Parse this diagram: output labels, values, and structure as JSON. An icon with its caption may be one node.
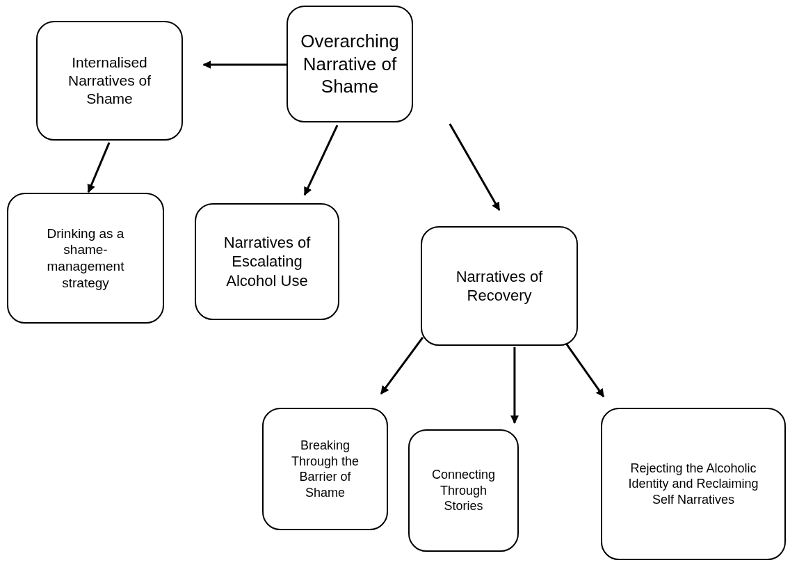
{
  "diagram": {
    "nodes": [
      {
        "text": [
          "Overarching Narrative of Shame"
        ]
      },
      {
        "text": [
          "Internalised Narratives of Shame"
        ]
      },
      {
        "text": [
          "Drinking as a shame-management strategy"
        ]
      },
      {
        "text": [
          "Narratives of Escalating Alcohol Use"
        ]
      },
      {
        "text": [
          "Narratives of Recovery"
        ]
      },
      {
        "text": [
          "Breaking Through the Barrier of Shame"
        ]
      },
      {
        "text": [
          "Connecting Through Stories"
        ]
      },
      {
        "text": [
          "Rejecting the Alcoholic Identity and Reclaiming Self Narratives"
        ]
      }
    ],
    "edges": [
      {
        "from": 0,
        "to": 1,
        "arrow": "to"
      },
      {
        "from": 1,
        "to": 2,
        "arrow": "to"
      },
      {
        "from": 0,
        "to": 3,
        "arrow": "to"
      },
      {
        "from": 0,
        "to": 4,
        "arrow": "to"
      },
      {
        "from": 4,
        "to": 5,
        "arrow": "to"
      },
      {
        "from": 4,
        "to": 6,
        "arrow": "to"
      },
      {
        "from": 4,
        "to": 7,
        "arrow": "to"
      }
    ]
  }
}
